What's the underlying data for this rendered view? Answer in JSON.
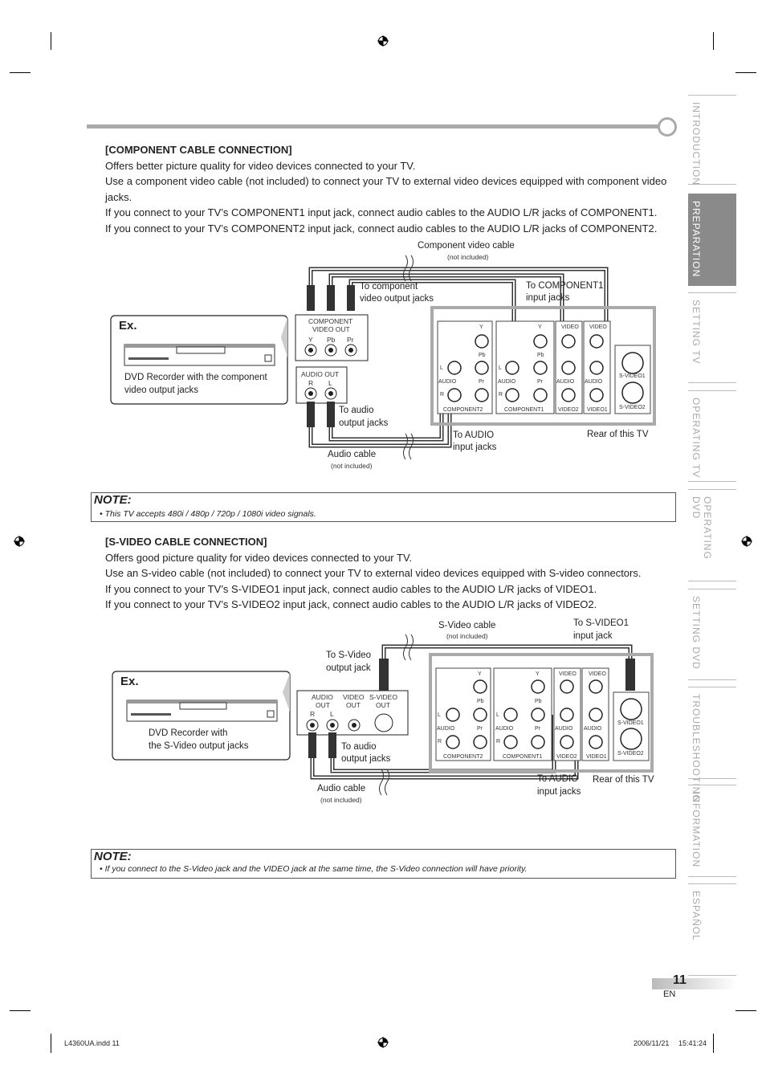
{
  "section1": {
    "title": "[COMPONENT CABLE CONNECTION]",
    "lines": [
      "Offers better picture quality for video devices connected to your TV.",
      "Use a component video cable (not included) to connect your TV to external video devices equipped with component video jacks.",
      "If you connect to your TV’s COMPONENT1 input jack, connect audio cables to the AUDIO L/R jacks of COMPONENT1.",
      "If you connect to your TV’s COMPONENT2 input jack, connect audio cables to the AUDIO L/R jacks of COMPONENT2."
    ],
    "diagram": {
      "ex": "Ex.",
      "device_label_1": "DVD Recorder with the component",
      "device_label_2": "video output jacks",
      "cable_label": "Component video cable",
      "cable_note": "(not included)",
      "to_output_1": "To component",
      "to_output_2": "video output jacks",
      "to_input_1": "To COMPONENT1",
      "to_input_2": "input jacks",
      "panel_title_1": "COMPONENT",
      "panel_title_2": "VIDEO OUT",
      "jack_y": "Y",
      "jack_pb": "Pb",
      "jack_pr": "Pr",
      "audio_out": "AUDIO OUT",
      "jack_r": "R",
      "jack_l": "L",
      "to_audio_out_1": "To audio",
      "to_audio_out_2": "output jacks",
      "to_audio_in_1": "To AUDIO",
      "to_audio_in_2": "input jacks",
      "audio_cable": "Audio cable",
      "audio_cable_note": "(not included)",
      "rear": "Rear of this TV",
      "tv_labels": {
        "y": "Y",
        "pb": "Pb",
        "pr": "Pr",
        "video": "VIDEO",
        "audio": "AUDIO",
        "l": "L",
        "r": "R",
        "component2": "COMPONENT2",
        "component1": "COMPONENT1",
        "video2": "VIDEO2",
        "video1": "VIDEO1",
        "svideo1": "S-VIDEO1",
        "svideo2": "S-VIDEO2"
      }
    }
  },
  "note1": {
    "title": "NOTE:",
    "text": "• This TV accepts 480i / 480p / 720p / 1080i video signals."
  },
  "section2": {
    "title": "[S-VIDEO CABLE CONNECTION]",
    "lines": [
      "Offers good picture quality for video devices connected to your TV.",
      "Use an S-video cable (not included) to connect your TV to external video devices equipped with S-video connectors.",
      "If you connect to your TV’s S-VIDEO1 input jack, connect audio cables to the AUDIO L/R jacks of VIDEO1.",
      "If you connect to your TV’s S-VIDEO2 input jack, connect audio cables to the AUDIO L/R jacks of VIDEO2."
    ],
    "diagram": {
      "ex": "Ex.",
      "device_label_1": "DVD Recorder with",
      "device_label_2": "the S-Video output jacks",
      "cable_label": "S-Video cable",
      "cable_note": "(not included)",
      "to_output_1": "To S-Video",
      "to_output_2": "output jack",
      "to_input_1": "To S-VIDEO1",
      "to_input_2": "input jack",
      "panel_audio_1": "AUDIO",
      "panel_audio_2": "OUT",
      "panel_video_1": "VIDEO",
      "panel_video_2": "OUT",
      "panel_svideo_1": "S-VIDEO",
      "panel_svideo_2": "OUT",
      "jack_r": "R",
      "jack_l": "L",
      "to_audio_out_1": "To audio",
      "to_audio_out_2": "output jacks",
      "to_audio_in_1": "To AUDIO",
      "to_audio_in_2": "input jacks",
      "audio_cable": "Audio cable",
      "audio_cable_note": "(not included)",
      "rear": "Rear of this TV"
    }
  },
  "note2": {
    "title": "NOTE:",
    "text": "• If you connect to the S-Video jack and the VIDEO jack at the same time, the S-Video connection will have priority."
  },
  "tabs": [
    {
      "label": "INTRODUCTION",
      "active": false
    },
    {
      "label": "PREPARATION",
      "active": true
    },
    {
      "label": "SETTING TV",
      "active": false
    },
    {
      "label": "OPERATING TV",
      "active": false
    },
    {
      "label": "OPERATING DVD",
      "active": false
    },
    {
      "label": "SETTING DVD",
      "active": false
    },
    {
      "label": "TROUBLESHOOTING",
      "active": false
    },
    {
      "label": "INFORMATION",
      "active": false
    },
    {
      "label": "ESPAÑOL",
      "active": false
    }
  ],
  "page": {
    "number": "11",
    "lang": "EN"
  },
  "footer": {
    "file": "L4360UA.indd 11",
    "date": "2006/11/21",
    "time": "15:41:24"
  }
}
